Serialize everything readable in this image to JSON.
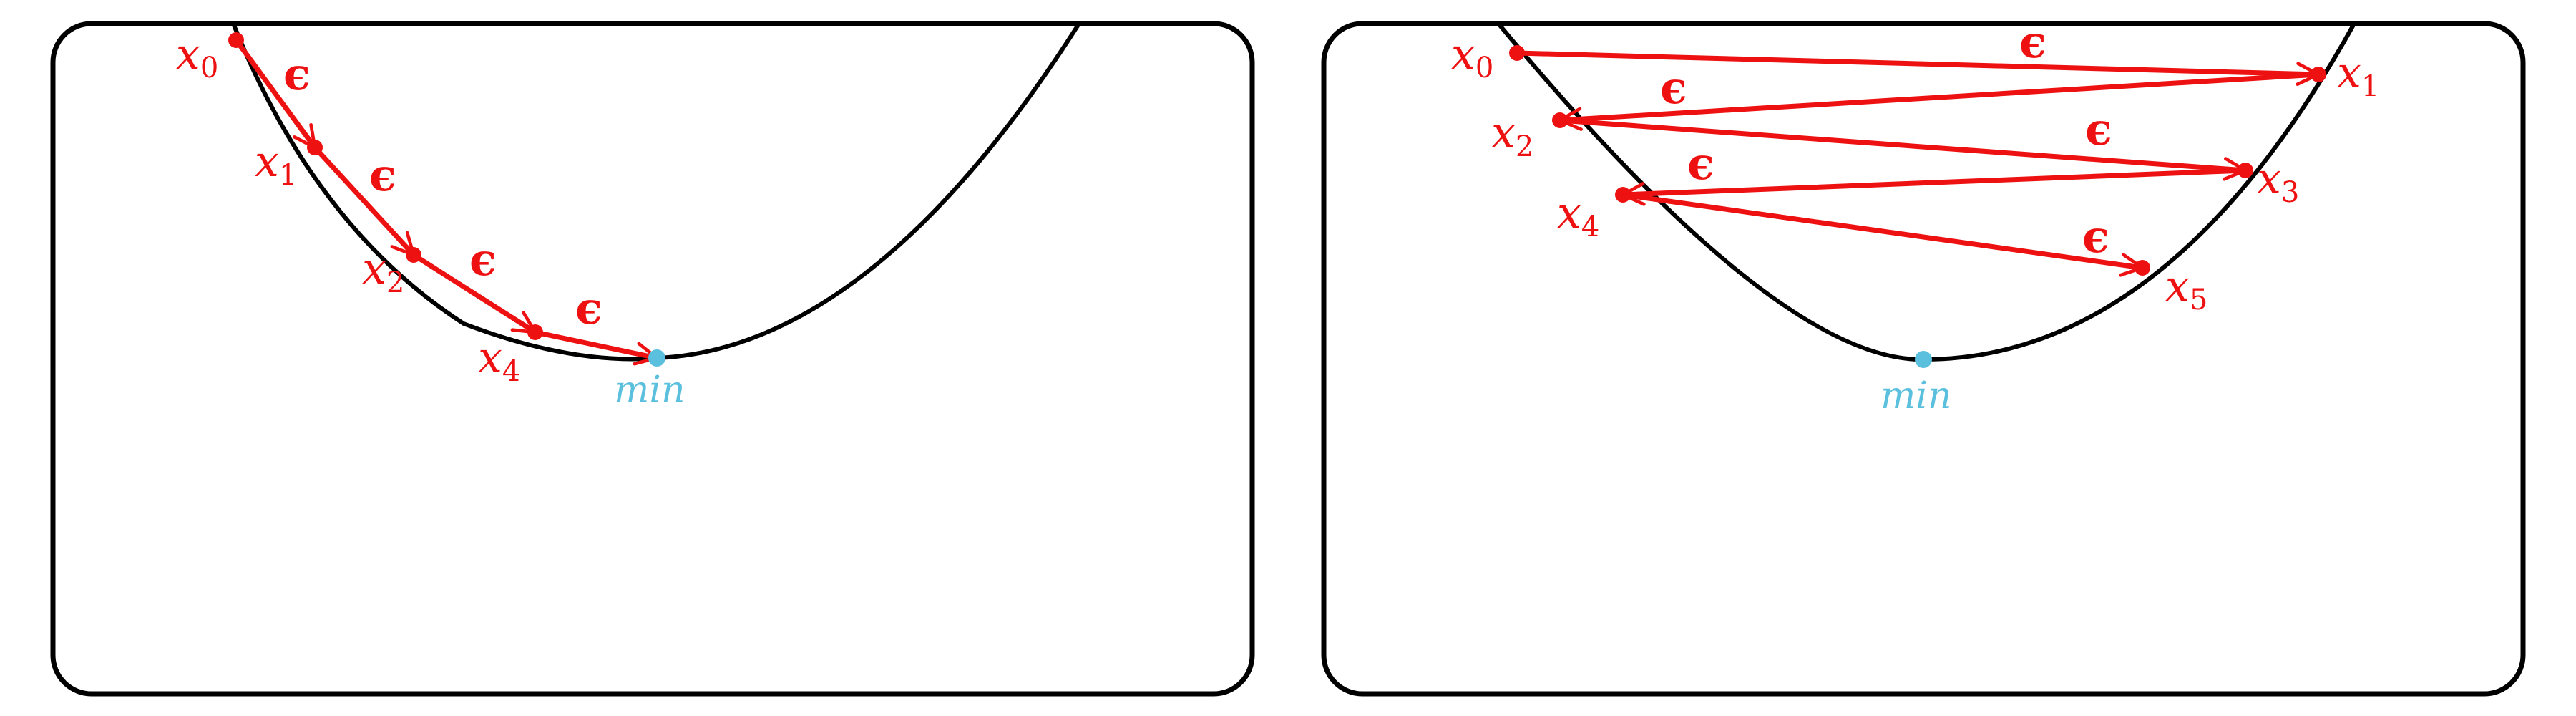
{
  "colors": {
    "step": "#ee1111",
    "curve": "#000000",
    "minimum": "#5bc0de",
    "frame": "#000000"
  },
  "step_symbol": "ϵ",
  "minimum_label": "min",
  "panels": [
    {
      "id": "small-step",
      "points": [
        {
          "base": "x",
          "sub": "0"
        },
        {
          "base": "x",
          "sub": "1"
        },
        {
          "base": "x",
          "sub": "2"
        },
        {
          "base": "x",
          "sub": "4"
        }
      ]
    },
    {
      "id": "large-step",
      "points": [
        {
          "base": "x",
          "sub": "0"
        },
        {
          "base": "x",
          "sub": "1"
        },
        {
          "base": "x",
          "sub": "2"
        },
        {
          "base": "x",
          "sub": "3"
        },
        {
          "base": "x",
          "sub": "4"
        },
        {
          "base": "x",
          "sub": "5"
        }
      ]
    }
  ]
}
